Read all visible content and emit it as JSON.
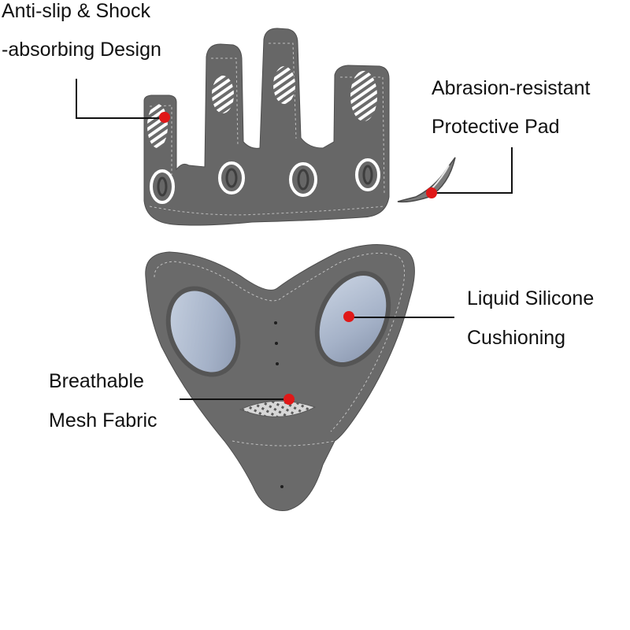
{
  "callouts": [
    {
      "id": "anti-slip",
      "lines": [
        "Anti-slip & Shock",
        "-absorbing Design"
      ]
    },
    {
      "id": "abrasion",
      "lines": [
        "Abrasion-resistant",
        "Protective Pad"
      ]
    },
    {
      "id": "silicone",
      "lines": [
        "Liquid Silicone",
        "Cushioning"
      ]
    },
    {
      "id": "mesh",
      "lines": [
        "Breathable",
        "Mesh Fabric"
      ]
    }
  ],
  "colors": {
    "fabric": "#6b6b6b",
    "fabric_dark": "#5a5a5a",
    "stitch": "#bdbdbd",
    "silicone": "#a9b6cc",
    "marker": "#e01818",
    "leader": "#111111"
  }
}
